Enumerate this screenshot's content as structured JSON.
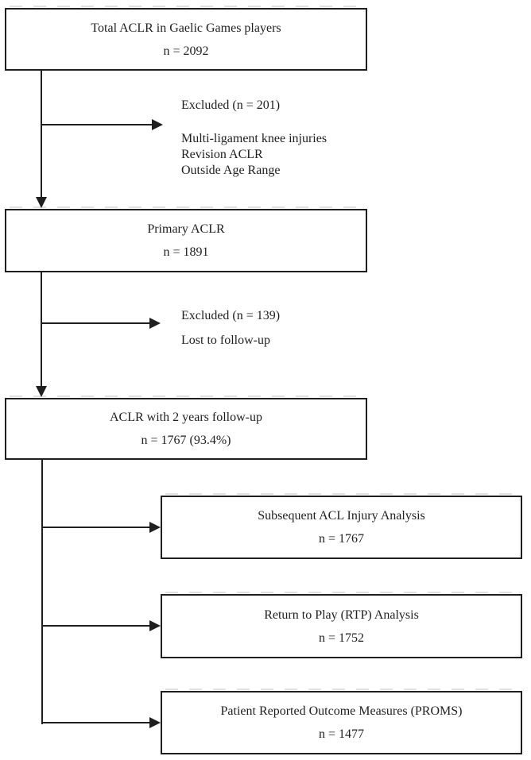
{
  "figure": {
    "type": "flow-diagram",
    "description": "Patient flow diagram for ACLR in Gaelic Games players",
    "colors": {
      "background": "#ffffff",
      "line": "#1f1f1f",
      "text": "#1f1f1f"
    },
    "boxes": {
      "total": {
        "title": "Total ACLR in Gaelic Games players",
        "n": "n = 2092"
      },
      "primary": {
        "title": "Primary ACLR",
        "n": "n = 1891"
      },
      "followup": {
        "title": "ACLR with 2 years follow-up",
        "n": "n = 1767 (93.4%)"
      },
      "subsequent": {
        "title": "Subsequent ACL Injury Analysis",
        "n": "n = 1767"
      },
      "rtp": {
        "title": "Return to Play (RTP) Analysis",
        "n": "n = 1752"
      },
      "proms": {
        "title": "Patient Reported Outcome Measures (PROMS)",
        "n": "n = 1477"
      }
    },
    "exclusions": {
      "first": {
        "title": "Excluded (n = 201)",
        "reasons": [
          "Multi-ligament knee injuries",
          "Revision ACLR",
          "Outside Age Range"
        ]
      },
      "second": {
        "title": "Excluded (n = 139)",
        "reasons": [
          "Lost to follow-up"
        ]
      }
    }
  }
}
